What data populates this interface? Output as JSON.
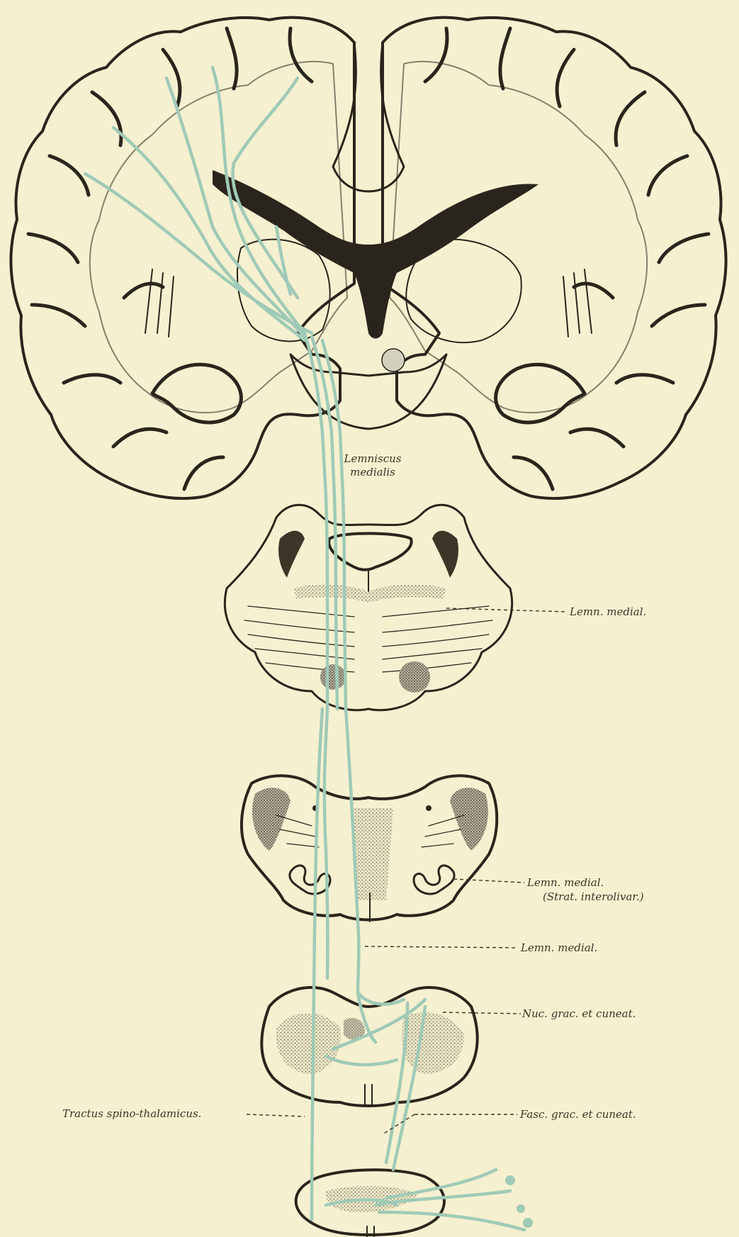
{
  "labels": {
    "lemniscus_medialis_line1": "Lemniscus",
    "lemniscus_medialis_line2": "medialis",
    "lemn_medial_pons": "Lemn. medial.",
    "lemn_medial_olive_line1": "Lemn. medial.",
    "lemn_medial_olive_line2": "(Strat. interolivar.)",
    "lemn_medial_lower": "Lemn. medial.",
    "nuc_grac_cuneat": "Nuc. grac. et cuneat.",
    "fasc_grac_cuneat": "Fasc. grac. et cuneat.",
    "tractus_spino_thalamicus": "Tractus spino-thalamicus."
  },
  "colors": {
    "background": "#f5f0cf",
    "tract": "#9fcab7",
    "ink": "#2a251c",
    "gray_matter": "#d8d6c5"
  }
}
